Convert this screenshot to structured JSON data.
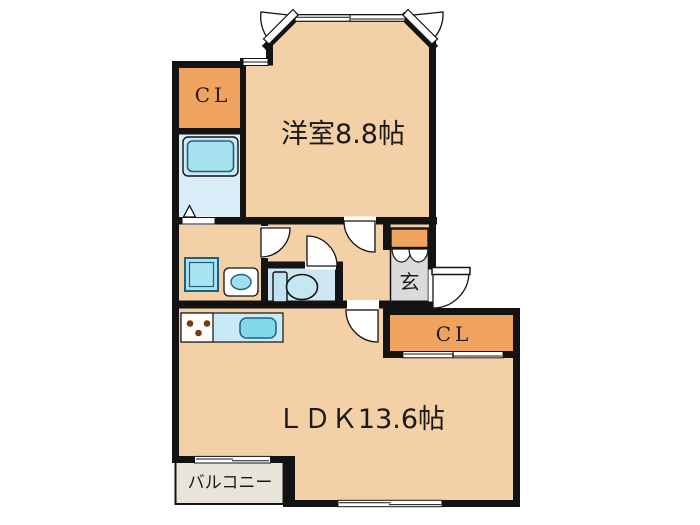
{
  "floorplan": {
    "labels": {
      "western_room": "洋室8.8帖",
      "ldk": "ＬＤＫ13.6帖",
      "closet_top": "CL",
      "closet_right": "CL",
      "entrance": "玄",
      "balcony": "バルコニー"
    },
    "colors": {
      "wall": "#131313",
      "floor": "#F3D0A6",
      "closet": "#F0A35F",
      "bath_floor": "#D9EDF8",
      "toilet_floor": "#CDE6F2",
      "entrance_gray": "#DBDBDB",
      "balcony_gray": "#E8E4D9",
      "tub_outer": "#CBE9F5",
      "fixture_cyan": "#A5E1EF",
      "washer_cyan": "#A9E4F2",
      "counter_blue": "#C9E9F6",
      "sink_cyan": "#83D8EA",
      "basin_oval": "#9FDFEF",
      "toilet_tank": "#BFE3F1",
      "toilet_bowl": "#C5E7F4",
      "fixture_border": "#20607C",
      "stove_dot": "#7A3B10",
      "white": "#FFFFFF"
    }
  }
}
